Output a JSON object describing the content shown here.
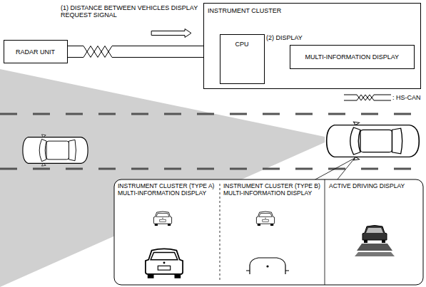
{
  "diagram": {
    "nodes": [
      {
        "text": [
          "RADAR UNIT"
        ]
      },
      {
        "text": [
          "INSTRUMENT CLUSTER"
        ]
      },
      {
        "text": [
          "CPU"
        ],
        "in": 1
      },
      {
        "text": [
          "MULTI-INFORMATION DISPLAY"
        ],
        "in": 1
      },
      {
        "text": [
          "INSTRUMENT CLUSTER (TYPE A) MULTI-INFORMATION DISPLAY"
        ]
      },
      {
        "text": [
          "INSTRUMENT CLUSTER (TYPE B) MULTI-INFORMATION DISPLAY"
        ]
      },
      {
        "text": [
          "ACTIVE DRIVING DISPLAY"
        ]
      }
    ],
    "edges": [
      {
        "from": 0,
        "to": 2,
        "arrow": "to",
        "label": "(1) DISTANCE BETWEEN VEHICLES DISPLAY REQUEST SIGNAL"
      },
      {
        "from": 2,
        "to": 3,
        "arrow": "to",
        "label": "(2) DISPLAY"
      }
    ],
    "legend": [
      {
        "text": ": HS-CAN"
      }
    ]
  }
}
